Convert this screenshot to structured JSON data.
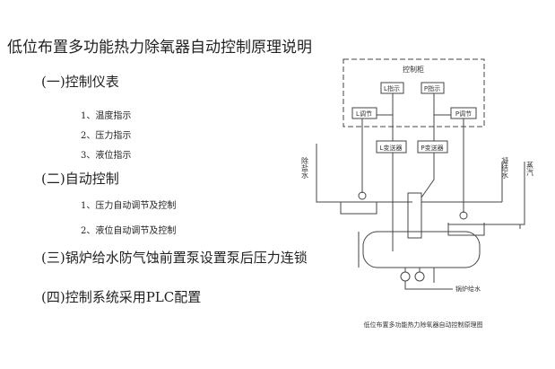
{
  "title": "低位布置多功能热力除氧器自动控制原理说明",
  "sections": [
    {
      "heading": "(一)控制仪表",
      "items": [
        "1、温度指示",
        "2、压力指示",
        "3、液位指示"
      ]
    },
    {
      "heading": "(二)自动控制",
      "items": [
        "1、压力自动调节及控制",
        "2、液位自动调节及控制"
      ]
    },
    {
      "heading": "(三)锅炉给水防气蚀前置泵设置泵后压力连锁",
      "items": []
    },
    {
      "heading": "(四)控制系统采用PLC配置",
      "items": []
    }
  ],
  "diagram": {
    "cabinet": "控制柜",
    "l_indicator": "L指示",
    "p_indicator": "P指示",
    "l_regulator": "L调节",
    "p_regulator": "P调节",
    "l_transmitter": "L变送器",
    "p_transmitter": "P变送器",
    "demin_water": "除盐水",
    "condensate": "凝结水",
    "steam": "蒸汽",
    "boiler_feed": "锅炉给水",
    "caption": "低位布置多功能热力除氧器自动控制原理图"
  }
}
